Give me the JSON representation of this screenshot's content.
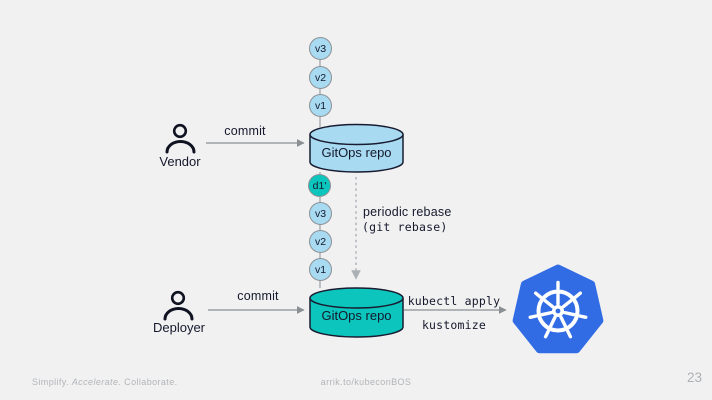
{
  "colors": {
    "background": "#f1f1f2",
    "light_blue": "#a8daf2",
    "teal": "#0cc5bd",
    "kubernetes_blue": "#326CE5",
    "arrow_gray": "#8a8f93",
    "dashed_gray": "#b4b9bd",
    "text_dark": "#15182b",
    "footer_gray": "#b2b5b8"
  },
  "diagram": {
    "vendor": {
      "label": "Vendor",
      "commit_label": "commit"
    },
    "deployer": {
      "label": "Deployer",
      "commit_label": "commit"
    },
    "upstream_repo": {
      "label": "GitOps repo"
    },
    "local_repo": {
      "label": "GitOps repo"
    },
    "upstream_commits": [
      "v3",
      "v2",
      "v1"
    ],
    "rebase_commits": [
      "d1'",
      "v3",
      "v2",
      "v1"
    ],
    "rebase_label_line1": "periodic rebase",
    "rebase_label_line2": "(git rebase)",
    "apply_label_line1": "kubectl apply",
    "apply_label_line2": "kustomize",
    "kubernetes_icon": "kubernetes-logo"
  },
  "footer": {
    "tagline_part1": "Simplify. ",
    "tagline_part2": "Accelerate.",
    "tagline_part3": " Collaborate.",
    "link": "arrik.to/kubeconBOS",
    "page_number": "23"
  }
}
